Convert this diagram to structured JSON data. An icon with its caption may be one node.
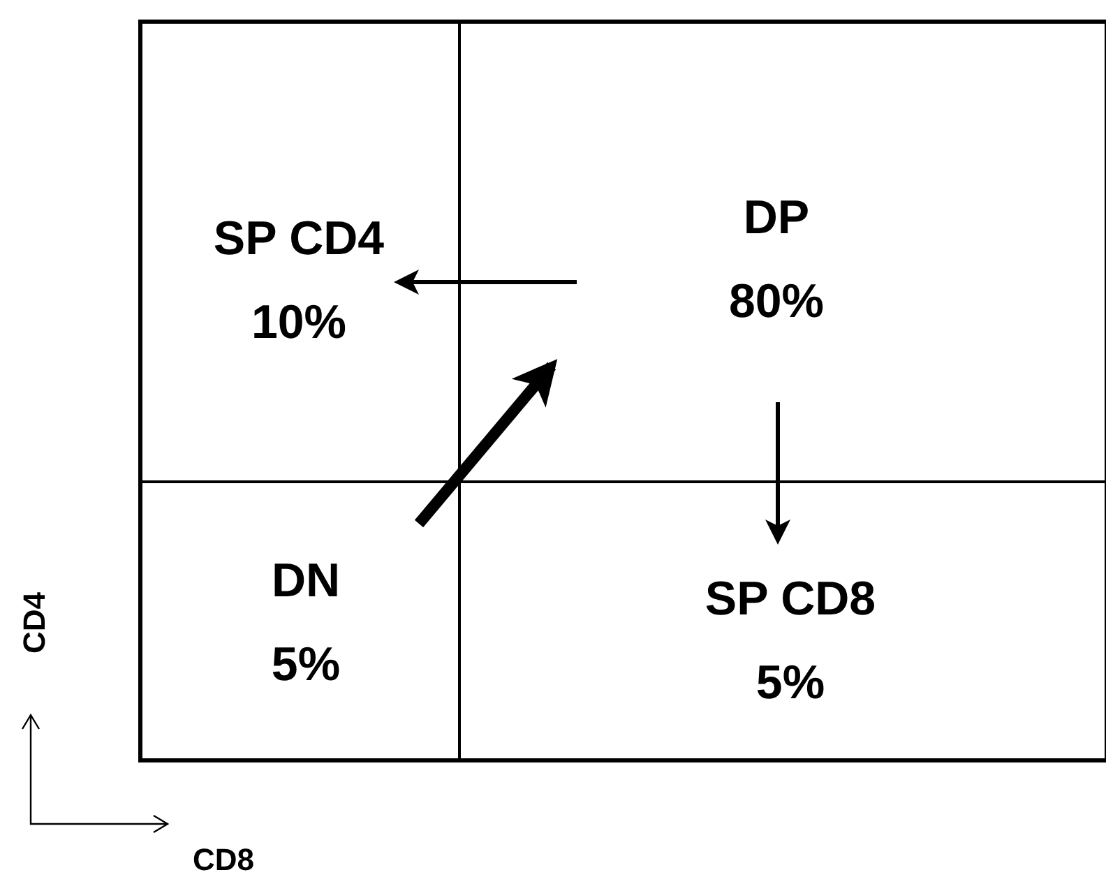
{
  "diagram": {
    "nodes": [
      {
        "text": [
          "SP CD4",
          "10%"
        ]
      },
      {
        "text": [
          "DP",
          "80%"
        ]
      },
      {
        "text": [
          "DN",
          "5%"
        ]
      },
      {
        "text": [
          "SP CD8",
          "5%"
        ]
      }
    ],
    "edges": [
      {
        "from": 1,
        "to": 0,
        "arrow": "to"
      },
      {
        "from": 2,
        "to": 1,
        "arrow": "to",
        "style": "thick"
      },
      {
        "from": 1,
        "to": 3,
        "arrow": "to"
      }
    ],
    "labels": [
      "CD4",
      "CD8"
    ]
  }
}
